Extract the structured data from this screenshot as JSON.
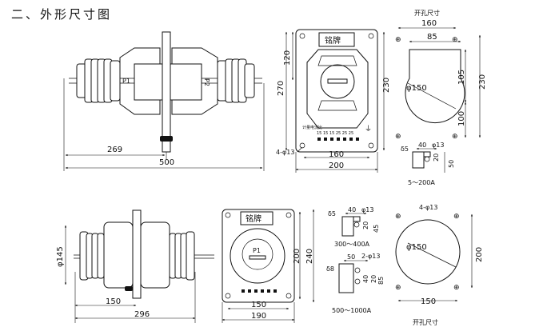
{
  "heading": "二、外形尺寸图",
  "top": {
    "cutout_title": "开孔尺寸",
    "side": {
      "p1": "P1",
      "p2": "P2",
      "width_inner": "269",
      "width_total": "500"
    },
    "front": {
      "nameplate": "铭牌",
      "height_total": "270",
      "height_upper": "120",
      "height_body": "230",
      "width_holes": "160",
      "width_total": "200",
      "hole_label": "4-φ13"
    },
    "cutout": {
      "width_top": "160",
      "width_inner": "85",
      "diameter": "φ150",
      "h_upper": "105",
      "h_lower": "100",
      "h_total": "230"
    },
    "terminal": {
      "d": "δ5",
      "w1": "40",
      "hole": "φ13",
      "h1": "20",
      "h2": "50",
      "range": "5～200A"
    }
  },
  "bottom": {
    "cutout_title": "开孔尺寸",
    "side": {
      "diameter": "φ145",
      "width_inner": "150",
      "width_total": "296"
    },
    "front": {
      "nameplate": "铭牌",
      "p1": "P1",
      "height_body": "200",
      "height_total": "240",
      "width_holes": "150",
      "width_total": "190"
    },
    "terminal_a": {
      "d": "δ5",
      "w1": "40",
      "hole": "φ13",
      "h1": "20",
      "h2": "45",
      "range": "300～400A"
    },
    "terminal_b": {
      "d": "δ8",
      "w1": "50",
      "hole": "2-φ13",
      "h1": "40",
      "h2": "20",
      "h3": "85",
      "range": "500～1000A"
    },
    "cutout": {
      "hole_label": "4-φ13",
      "diameter": "φ150",
      "height": "200",
      "width": "150"
    }
  }
}
